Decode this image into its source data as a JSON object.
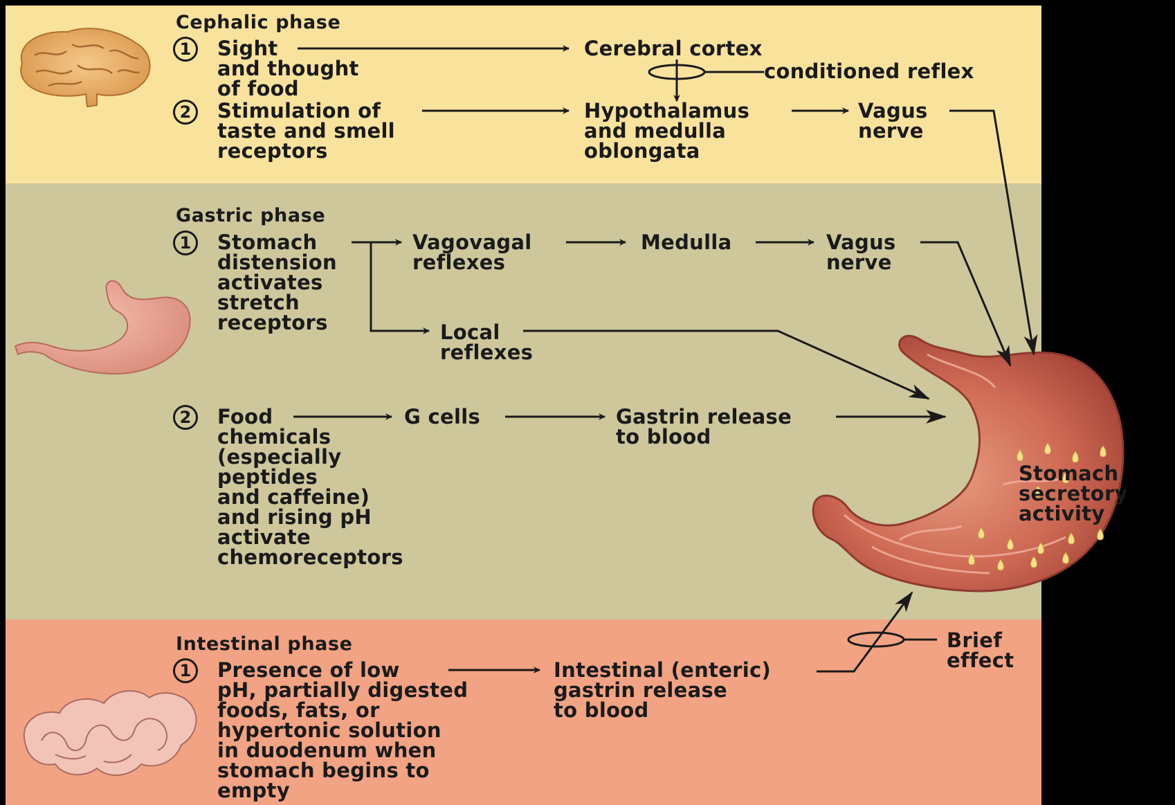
{
  "cephalic": {
    "title": "Cephalic phase",
    "step1": {
      "num": "1",
      "lines": [
        "Sight",
        "and thought",
        "of food"
      ]
    },
    "step2": {
      "num": "2",
      "lines": [
        "Stimulation of",
        "taste and smell",
        "receptors"
      ]
    },
    "cerebral_cortex": "Cerebral cortex",
    "conditioned_reflex": "conditioned reflex",
    "hypothalamus": [
      "Hypothalamus",
      "and medulla",
      "oblongata"
    ],
    "vagus": [
      "Vagus",
      "nerve"
    ]
  },
  "gastric": {
    "title": "Gastric phase",
    "step1": {
      "num": "1",
      "lines": [
        "Stomach",
        "distension",
        "activates",
        "stretch",
        "receptors"
      ]
    },
    "vagovagal": [
      "Vagovagal",
      "reflexes"
    ],
    "medulla": "Medulla",
    "vagus": [
      "Vagus",
      "nerve"
    ],
    "local": [
      "Local",
      "reflexes"
    ],
    "step2": {
      "num": "2",
      "lines": [
        "Food",
        "chemicals",
        "(especially",
        "peptides",
        "and caffeine)",
        "and rising pH",
        "activate",
        "chemoreceptors"
      ]
    },
    "g_cells": "G cells",
    "gastrin": [
      "Gastrin release",
      "to blood"
    ]
  },
  "stomach_activity": [
    "Stomach",
    "secretory",
    "activity"
  ],
  "intestinal": {
    "title": "Intestinal phase",
    "step1": {
      "num": "1",
      "lines": [
        "Presence of low",
        "pH, partially digested",
        "foods, fats, or",
        "hypertonic solution",
        "in duodenum when",
        "stomach begins to",
        "empty"
      ]
    },
    "enteric": [
      "Intestinal (enteric)",
      "gastrin release",
      "to blood"
    ],
    "brief": [
      "Brief",
      "effect"
    ]
  },
  "colors": {
    "cephalic_band": "#f9e29c",
    "gastric_band": "#cdc79b",
    "intestinal_band": "#f2a383",
    "arrow": "#1a1a1a"
  }
}
